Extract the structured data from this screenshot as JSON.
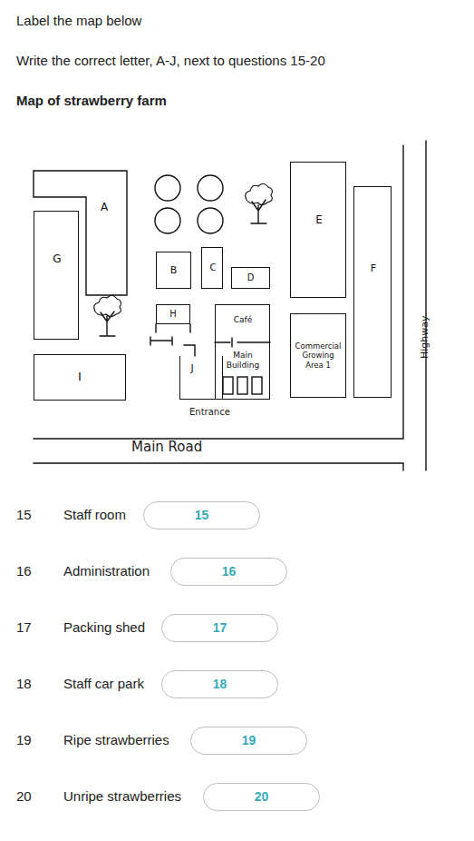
{
  "diagram": {
    "title": "Map of strawberry farm",
    "nodes": [
      {
        "text": [
          "A"
        ]
      },
      {
        "text": [
          "G"
        ]
      },
      {
        "text": [
          "B"
        ]
      },
      {
        "text": [
          "C"
        ]
      },
      {
        "text": [
          "D"
        ]
      },
      {
        "text": [
          "E"
        ]
      },
      {
        "text": [
          "F"
        ]
      },
      {
        "text": [
          "H"
        ]
      },
      {
        "text": [
          "Café",
          "Main Building"
        ]
      },
      {
        "text": [
          "Commercial Growing Area 1"
        ]
      },
      {
        "text": [
          "J"
        ]
      },
      {
        "text": [
          "I"
        ]
      },
      {
        "text": [
          "15"
        ]
      },
      {
        "text": [
          "16"
        ]
      },
      {
        "text": [
          "17"
        ]
      },
      {
        "text": [
          "18"
        ]
      },
      {
        "text": [
          "19"
        ]
      },
      {
        "text": [
          "20"
        ]
      }
    ],
    "labels": [
      "Label the map below",
      "Write the correct letter, A-J, next to questions 15-20",
      "Entrance",
      "Main Road",
      "Highway",
      "15",
      "Staff room",
      "16",
      "Administration",
      "17",
      "Packing shed",
      "18",
      "Staff car park",
      "19",
      "Ripe strawberries",
      "20",
      "Unripe strawberries"
    ]
  }
}
